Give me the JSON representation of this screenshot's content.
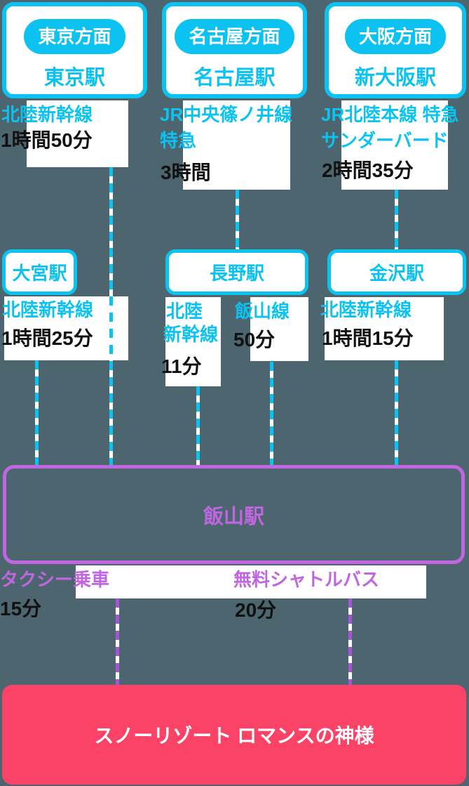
{
  "palette": {
    "background": "#4d656e",
    "cyan": "#0cc2f1",
    "purple": "#c066e0",
    "pink": "#fb4368",
    "black": "#111111",
    "white": "#ffffff"
  },
  "origins": [
    {
      "badge": "東京方面",
      "station": "東京駅",
      "route_line1": "北陸新幹線",
      "duration": "1時間50分"
    },
    {
      "badge": "名古屋方面",
      "station": "名古屋駅",
      "route_line1": "JR中央篠ノ井線",
      "route_line2": "特急",
      "duration": "3時間"
    },
    {
      "badge": "大阪方面",
      "station": "新大阪駅",
      "route_line1": "JR北陸本線 特急",
      "route_line2": "サンダーバード",
      "duration": "2時間35分"
    }
  ],
  "transfers": [
    {
      "station": "大宮駅",
      "routes": [
        {
          "name1": "北陸新幹線",
          "duration": "1時間25分"
        }
      ]
    },
    {
      "station": "長野駅",
      "routes": [
        {
          "name1": "北陸",
          "name2": "新幹線",
          "duration": "11分"
        },
        {
          "name1": "飯山線",
          "duration": "50分"
        }
      ]
    },
    {
      "station": "金沢駅",
      "routes": [
        {
          "name1": "北陸新幹線",
          "duration": "1時間15分"
        }
      ]
    }
  ],
  "hub": {
    "station": "飯山駅"
  },
  "last_mile": [
    {
      "mode": "タクシー乗車",
      "duration": "15分"
    },
    {
      "mode": "無料シャトルバス",
      "duration": "20分"
    }
  ],
  "destination": {
    "name": "スノーリゾート ロマンスの神様"
  }
}
